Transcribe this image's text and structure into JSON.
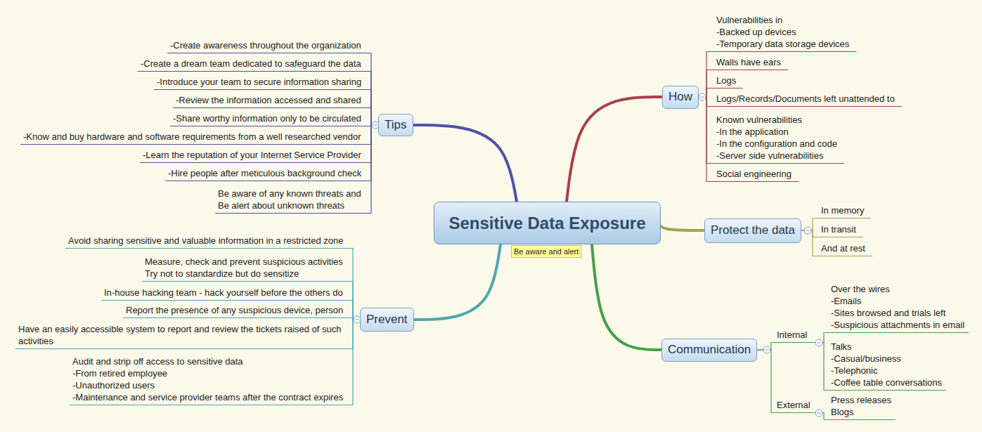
{
  "diagram": {
    "nodes": [
      {
        "text": [
          "Sensitive Data Exposure"
        ]
      },
      {
        "text": [
          "Be aware and alert"
        ]
      },
      {
        "text": [
          "Tips"
        ]
      },
      {
        "text": [
          "-Create awareness throughout the organization"
        ]
      },
      {
        "text": [
          "-Create a dream team dedicated to safeguard the data"
        ]
      },
      {
        "text": [
          "-Introduce your team to secure information sharing"
        ]
      },
      {
        "text": [
          "-Review the information accessed and shared"
        ]
      },
      {
        "text": [
          "-Share worthy information only to be circulated"
        ]
      },
      {
        "text": [
          "-Know and buy hardware and software requirements from a well researched vendor"
        ]
      },
      {
        "text": [
          "-Learn the reputation of your Internet Service Provider"
        ]
      },
      {
        "text": [
          "-Hire people after meticulous background check"
        ]
      },
      {
        "text": [
          "Be aware of any known threats and Be alert about unknown threats"
        ]
      },
      {
        "text": [
          "How"
        ]
      },
      {
        "text": [
          "Vulnerabilities in -Backed up devices -Temporary data storage devices"
        ]
      },
      {
        "text": [
          "Walls have ears"
        ]
      },
      {
        "text": [
          "Logs"
        ]
      },
      {
        "text": [
          "Logs/Records/Documents left unattended to"
        ]
      },
      {
        "text": [
          "Known vulnerabilities -In the application -In the configuration and code -Server side vulnerabilities"
        ]
      },
      {
        "text": [
          "Social engineering"
        ]
      },
      {
        "text": [
          "Protect the data"
        ]
      },
      {
        "text": [
          "In memory"
        ]
      },
      {
        "text": [
          "In transit"
        ]
      },
      {
        "text": [
          "And at rest"
        ]
      },
      {
        "text": [
          "Prevent"
        ]
      },
      {
        "text": [
          "Avoid sharing sensitive and valuable information in a restricted zone"
        ]
      },
      {
        "text": [
          "Measure, check and prevent suspicious activities Try not to standardize but do sensitize"
        ]
      },
      {
        "text": [
          "In-house hacking team - hack yourself before the others do"
        ]
      },
      {
        "text": [
          "Report the presence of any suspicious device, person"
        ]
      },
      {
        "text": [
          "Have an easily accessible system to report and review the tickets raised of such activities"
        ]
      },
      {
        "text": [
          "Audit and strip off access to sensitive data -From retired employee -Unauthorized users -Maintenance and service provider teams after the contract expires"
        ]
      },
      {
        "text": [
          "Communication"
        ]
      },
      {
        "text": [
          "Internal"
        ]
      },
      {
        "text": [
          "Over the wires -Emails -Sites browsed and trials left -Suspicious attachments in email"
        ]
      },
      {
        "text": [
          "Talks -Casual/business -Telephonic -Coffee table conversations"
        ]
      },
      {
        "text": [
          "External"
        ]
      },
      {
        "text": [
          "Press releases Blogs"
        ]
      }
    ],
    "edges": [
      {
        "from": 0,
        "to": 2,
        "arrow": "none"
      },
      {
        "from": 2,
        "to": 3,
        "arrow": "none"
      },
      {
        "from": 2,
        "to": 4,
        "arrow": "none"
      },
      {
        "from": 2,
        "to": 5,
        "arrow": "none"
      },
      {
        "from": 2,
        "to": 6,
        "arrow": "none"
      },
      {
        "from": 2,
        "to": 7,
        "arrow": "none"
      },
      {
        "from": 2,
        "to": 8,
        "arrow": "none"
      },
      {
        "from": 2,
        "to": 9,
        "arrow": "none"
      },
      {
        "from": 2,
        "to": 10,
        "arrow": "none"
      },
      {
        "from": 2,
        "to": 11,
        "arrow": "none"
      },
      {
        "from": 0,
        "to": 12,
        "arrow": "none"
      },
      {
        "from": 12,
        "to": 13,
        "arrow": "none"
      },
      {
        "from": 12,
        "to": 14,
        "arrow": "none"
      },
      {
        "from": 12,
        "to": 15,
        "arrow": "none"
      },
      {
        "from": 12,
        "to": 16,
        "arrow": "none"
      },
      {
        "from": 12,
        "to": 17,
        "arrow": "none"
      },
      {
        "from": 12,
        "to": 18,
        "arrow": "none"
      },
      {
        "from": 0,
        "to": 19,
        "arrow": "none"
      },
      {
        "from": 19,
        "to": 20,
        "arrow": "none"
      },
      {
        "from": 19,
        "to": 21,
        "arrow": "none"
      },
      {
        "from": 19,
        "to": 22,
        "arrow": "none"
      },
      {
        "from": 0,
        "to": 23,
        "arrow": "none"
      },
      {
        "from": 23,
        "to": 24,
        "arrow": "none"
      },
      {
        "from": 23,
        "to": 25,
        "arrow": "none"
      },
      {
        "from": 23,
        "to": 26,
        "arrow": "none"
      },
      {
        "from": 23,
        "to": 27,
        "arrow": "none"
      },
      {
        "from": 23,
        "to": 28,
        "arrow": "none"
      },
      {
        "from": 23,
        "to": 29,
        "arrow": "none"
      },
      {
        "from": 0,
        "to": 30,
        "arrow": "none"
      },
      {
        "from": 30,
        "to": 31,
        "arrow": "none"
      },
      {
        "from": 31,
        "to": 32,
        "arrow": "none"
      },
      {
        "from": 31,
        "to": 33,
        "arrow": "none"
      },
      {
        "from": 30,
        "to": 34,
        "arrow": "none"
      },
      {
        "from": 34,
        "to": 35,
        "arrow": "none"
      }
    ]
  }
}
